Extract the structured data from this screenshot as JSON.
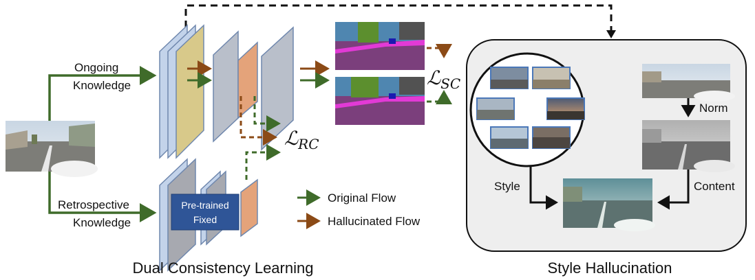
{
  "left_section": {
    "caption": "Dual Consistency Learning",
    "ongoing_label_1": "Ongoing",
    "ongoing_label_2": "Knowledge",
    "retrospective_label_1": "Retrospective",
    "retrospective_label_2": "Knowledge",
    "pretrained_label_1": "Pre-trained",
    "pretrained_label_2": "Fixed",
    "loss_sc_main": "ℒ",
    "loss_sc_sub": "SC",
    "loss_rc_main": "ℒ",
    "loss_rc_sub": "RC"
  },
  "legend": {
    "original_flow": "Original Flow",
    "hallucinated_flow": "Hallucinated Flow",
    "original_color": "#3f6b2a",
    "hallucinated_color": "#8b4a16"
  },
  "right_section": {
    "caption": "Style Hallucination",
    "norm_label": "Norm",
    "style_label": "Style",
    "content_label": "Content"
  }
}
